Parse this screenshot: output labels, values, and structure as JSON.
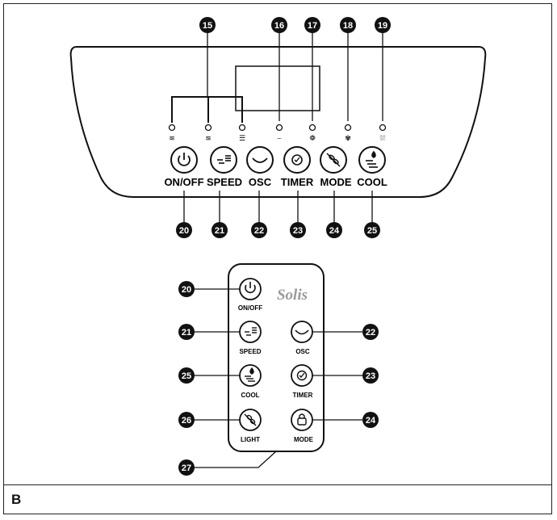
{
  "figure_label": "B",
  "panel": {
    "indicators": [
      "≋",
      "≊",
      "☰",
      "⌣",
      "❁",
      "✾",
      "⛆"
    ],
    "buttons": [
      {
        "label": "ON/OFF",
        "callout": "20"
      },
      {
        "label": "SPEED",
        "callout": "21"
      },
      {
        "label": "OSC",
        "callout": "22"
      },
      {
        "label": "TIMER",
        "callout": "23"
      },
      {
        "label": "MODE",
        "callout": "24"
      },
      {
        "label": "COOL",
        "callout": "25"
      }
    ],
    "top_callouts": [
      "15",
      "16",
      "17",
      "18",
      "19"
    ]
  },
  "remote": {
    "brand": "Solis",
    "buttons": [
      {
        "label": "ON/OFF",
        "callout": "20"
      },
      {
        "label": "SPEED",
        "callout": "21"
      },
      {
        "label": "OSC",
        "callout": "22"
      },
      {
        "label": "COOL",
        "callout": "25"
      },
      {
        "label": "TIMER",
        "callout": "23"
      },
      {
        "label": "LIGHT",
        "callout": "26"
      },
      {
        "label": "MODE",
        "callout": "24"
      }
    ],
    "body_callout": "27"
  }
}
